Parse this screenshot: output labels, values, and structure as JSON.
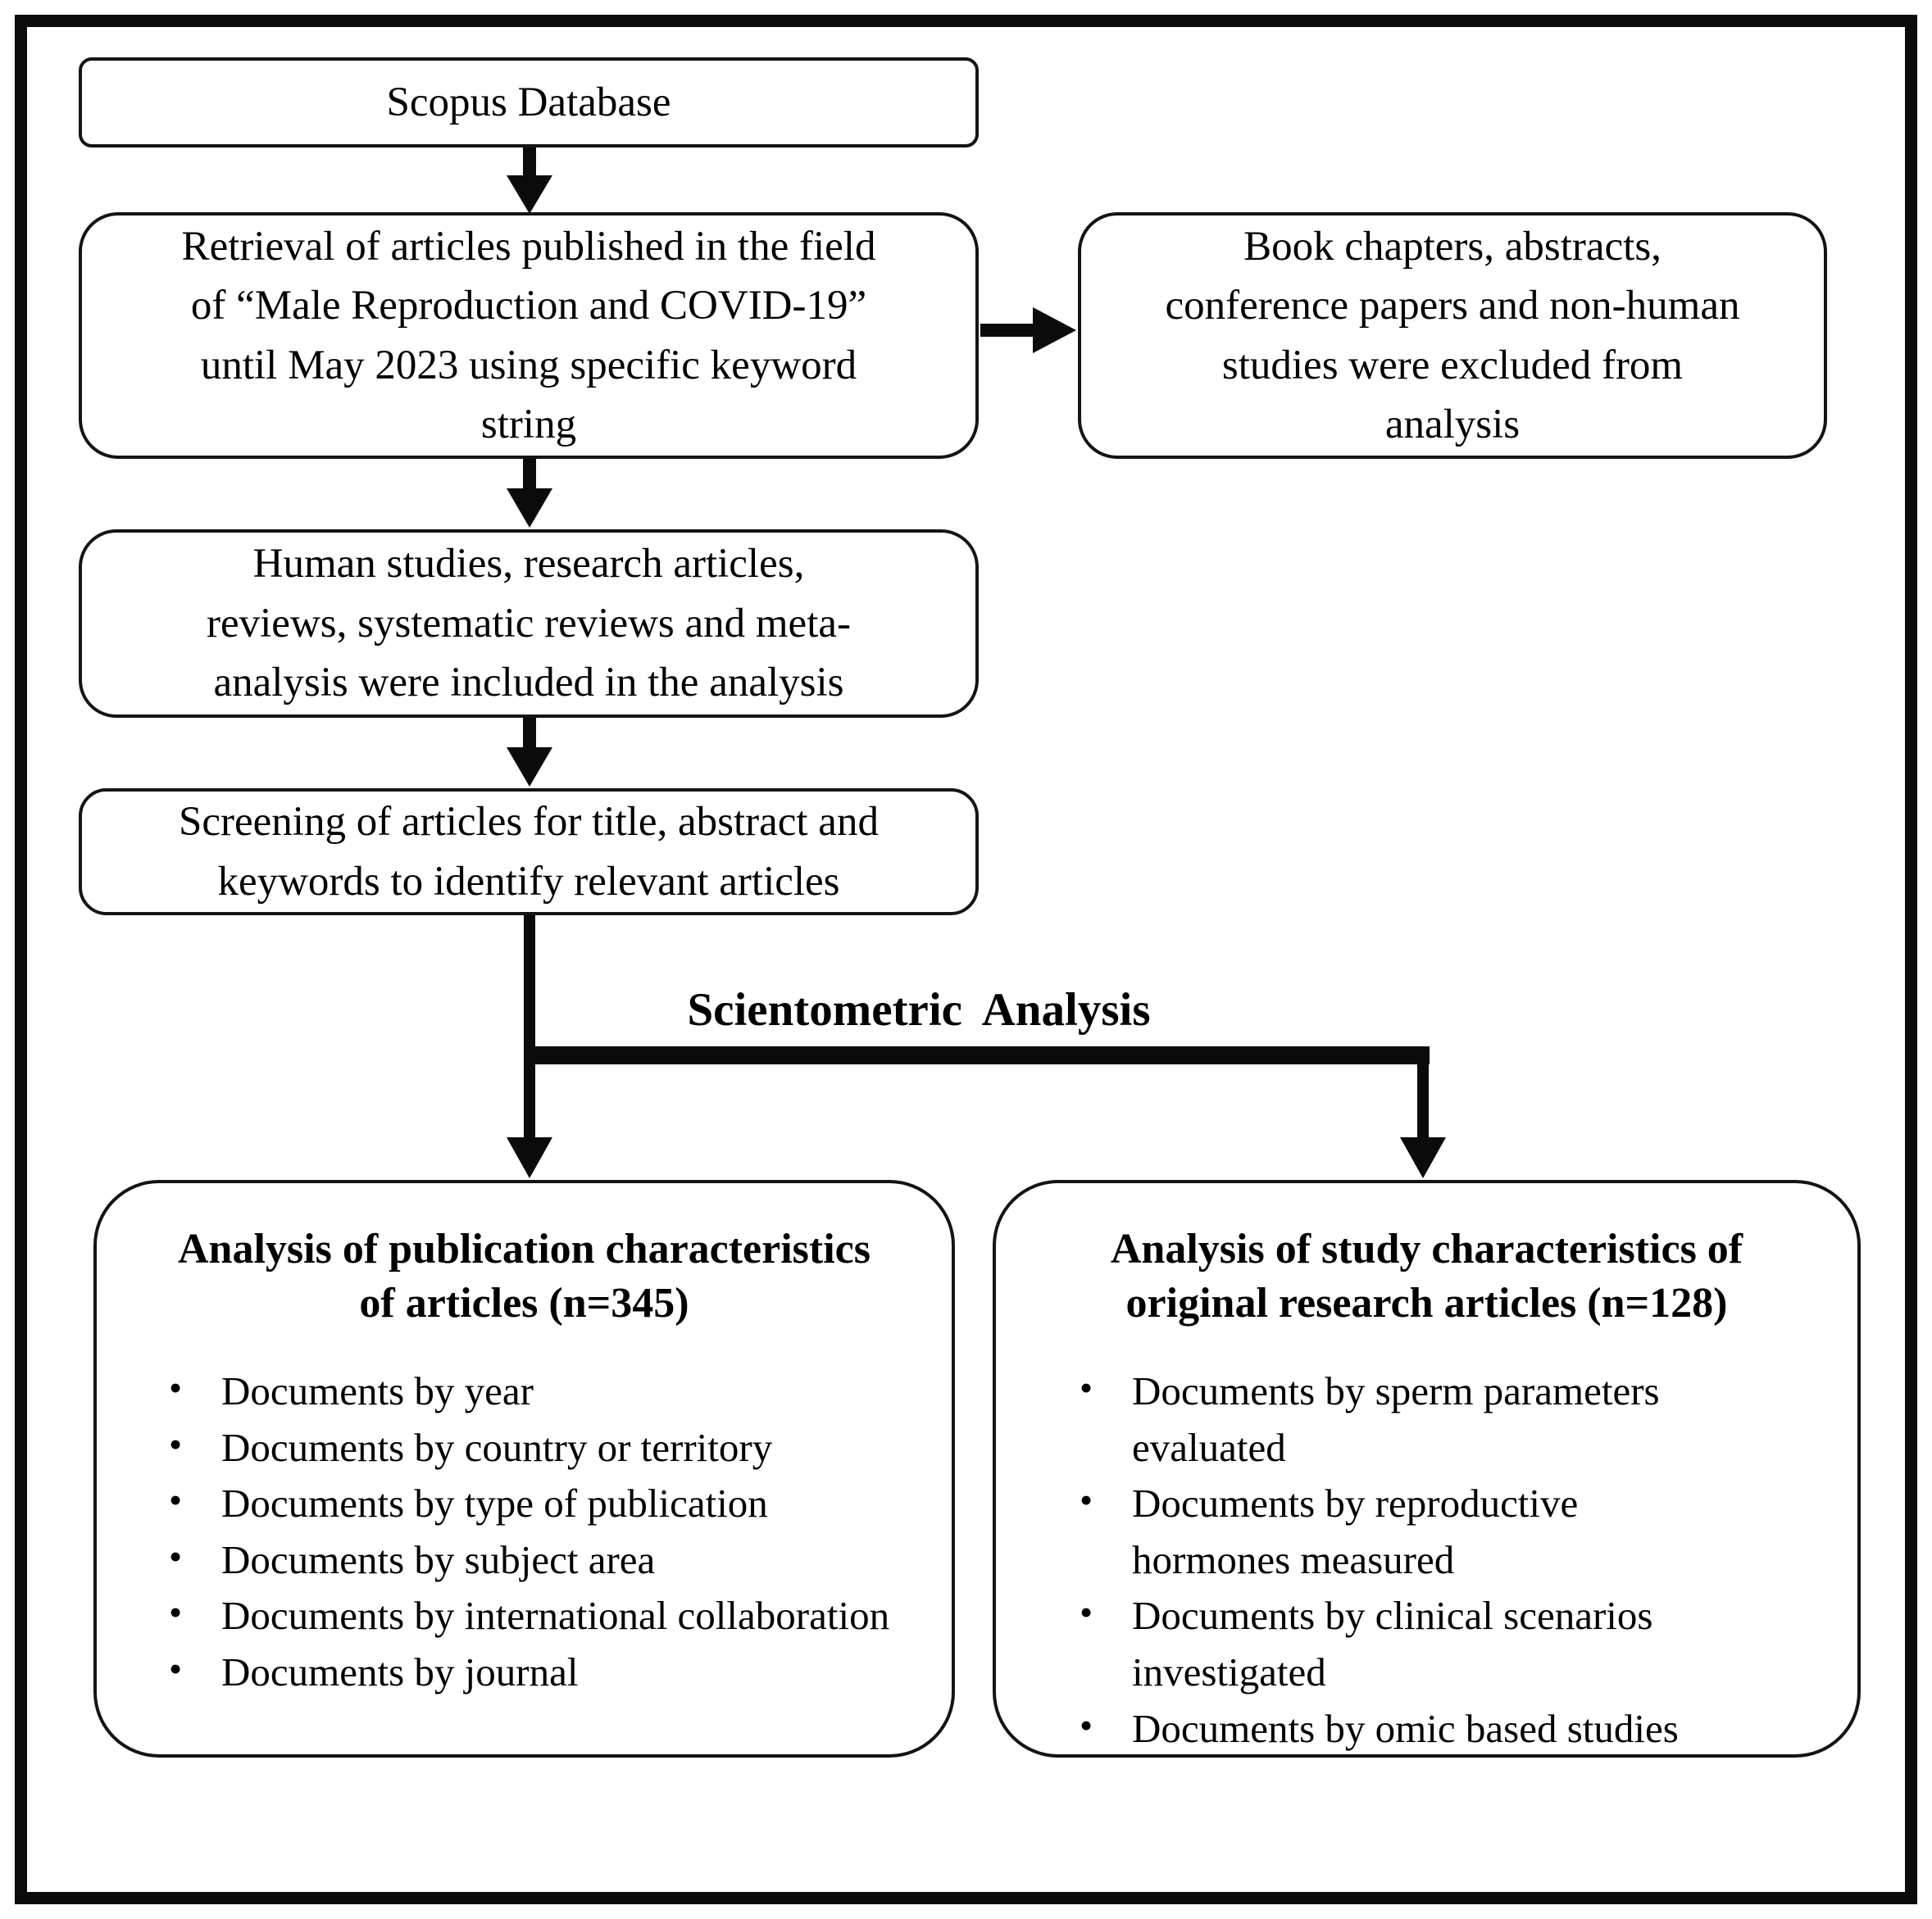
{
  "figure": {
    "flow": {
      "scopus": "Scopus Database",
      "retrieval": "Retrieval of articles published in the field of “Male Reproduction and COVID-19” until May 2023 using specific keyword string",
      "excluded": "Book chapters, abstracts, conference papers and non-human studies were excluded from analysis",
      "included": "Human studies, research articles, reviews, systematic reviews and meta-analysis were included in the analysis",
      "screening": "Screening of articles for title, abstract and keywords to identify relevant articles",
      "branch_label": "Scientometric Analysis"
    },
    "publication_analysis": {
      "title": "Analysis of publication characteristics of articles (n=345)",
      "bullets": [
        "Documents by year",
        "Documents by country or territory",
        "Documents by type of publication",
        "Documents by subject area",
        "Documents by international collaboration",
        "Documents by journal"
      ]
    },
    "study_analysis": {
      "title": "Analysis of study characteristics of original research articles (n=128)",
      "bullets": [
        "Documents by sperm parameters evaluated",
        "Documents by reproductive hormones measured",
        "Documents by clinical scenarios investigated",
        "Documents by omic based studies"
      ]
    },
    "colors": {
      "ink": "#000000",
      "background": "#ffffff"
    }
  }
}
